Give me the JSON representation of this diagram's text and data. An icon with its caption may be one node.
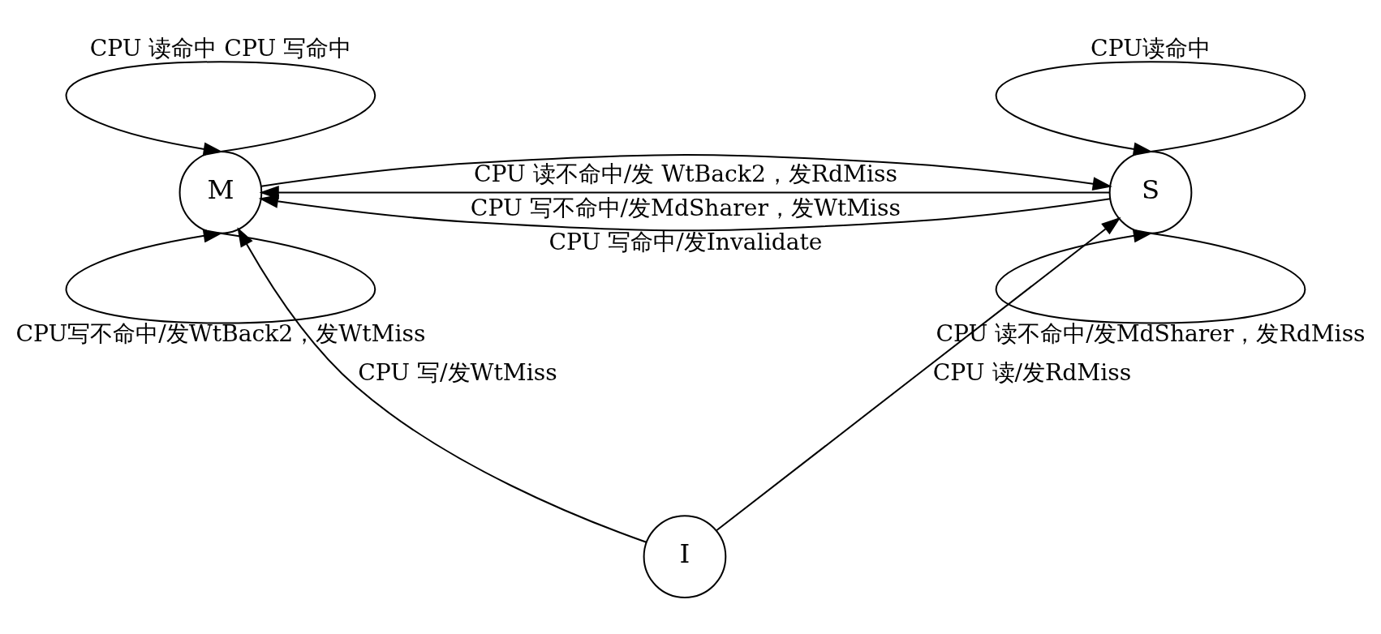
{
  "diagram": {
    "nodes": [
      {
        "text": [
          "M"
        ]
      },
      {
        "text": [
          "S"
        ]
      },
      {
        "text": [
          "I"
        ]
      }
    ],
    "edges": [
      {
        "from": 0,
        "to": 0,
        "arrow": "to",
        "label": "CPU 读命中 CPU 写命中"
      },
      {
        "from": 0,
        "to": 0,
        "arrow": "to",
        "label": "CPU写不命中/发WtBack2，发WtMiss"
      },
      {
        "from": 0,
        "to": 1,
        "arrow": "to",
        "label": "CPU 读不命中/发 WtBack2，发RdMiss"
      },
      {
        "from": 1,
        "to": 0,
        "arrow": "to",
        "label": "CPU 写命中/发Invalidate"
      },
      {
        "from": 1,
        "to": 0,
        "arrow": "to",
        "label": "CPU 写不命中/发MdSharer，发WtMiss"
      },
      {
        "from": 1,
        "to": 1,
        "arrow": "to",
        "label": "CPU读命中"
      },
      {
        "from": 1,
        "to": 1,
        "arrow": "to",
        "label": "CPU 读不命中/发MdSharer，发RdMiss"
      },
      {
        "from": 2,
        "to": 0,
        "arrow": "to",
        "label": "CPU 写/发WtMiss"
      },
      {
        "from": 2,
        "to": 1,
        "arrow": "to",
        "label": "CPU 读/发RdMiss"
      }
    ]
  }
}
